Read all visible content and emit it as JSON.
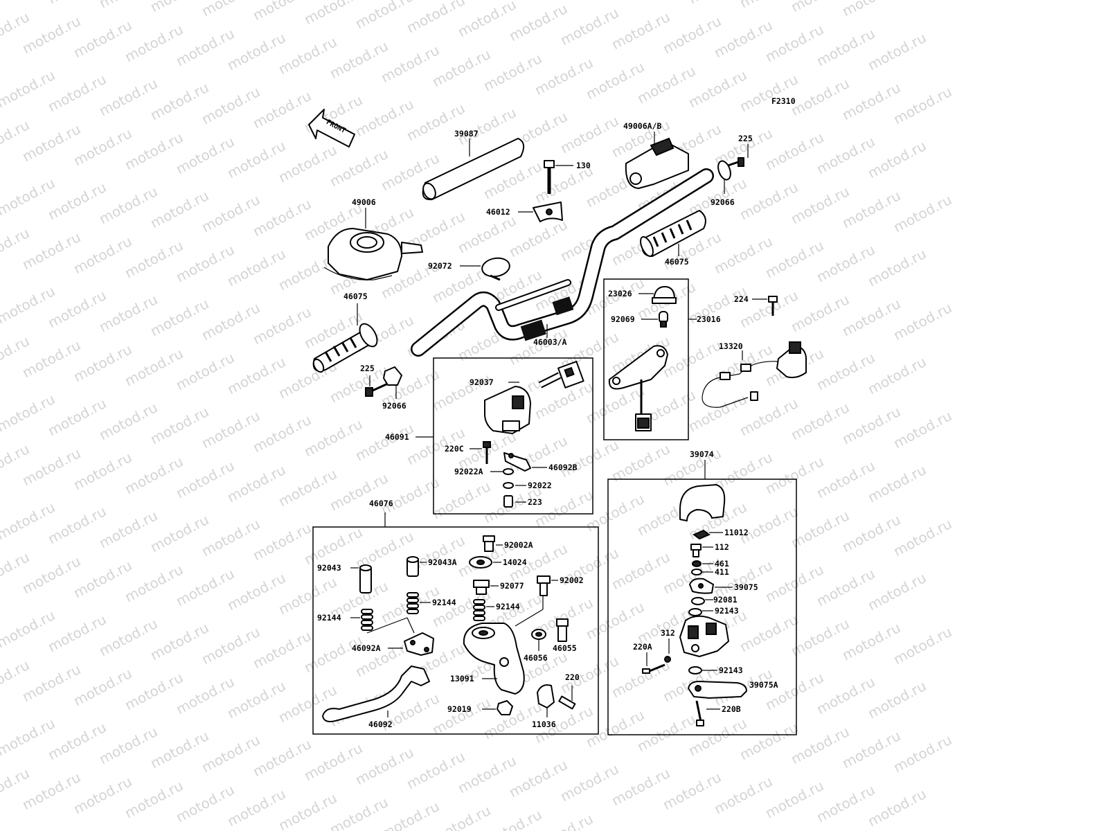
{
  "watermark": "motod.ru",
  "figure_code": "F2310",
  "front_arrow_label": "FRONT",
  "labels": {
    "p39087": "39087",
    "p49006ab": "49006A/B",
    "p225_top": "225",
    "p130": "130",
    "p46012": "46012",
    "p92066_top": "92066",
    "p49006": "49006",
    "p92072": "92072",
    "p46075_right": "46075",
    "p46075_left": "46075",
    "p46003a": "46003/A",
    "p225_left": "225",
    "p92066_left": "92066",
    "p23026": "23026",
    "p92069": "92069",
    "p23016": "23016",
    "p224": "224",
    "p13320": "13320",
    "p92037": "92037",
    "p46091": "46091",
    "p220c": "220C",
    "p92022a": "92022A",
    "p46092b": "46092B",
    "p92022": "92022",
    "p223": "223",
    "p39074": "39074",
    "p46076": "46076",
    "p92002a": "92002A",
    "p92043": "92043",
    "p92043a": "92043A",
    "p14024": "14024",
    "p92077": "92077",
    "p92002": "92002",
    "p92144_a": "92144",
    "p92144_b": "92144",
    "p92144_c": "92144",
    "p46092a": "46092A",
    "p46056": "46056",
    "p46055": "46055",
    "p13091": "13091",
    "p220": "220",
    "p92019": "92019",
    "p11036": "11036",
    "p46092": "46092",
    "p11012": "11012",
    "p112": "112",
    "p461": "461",
    "p411": "411",
    "p39075": "39075",
    "p92081": "92081",
    "p92143_a": "92143",
    "p220a": "220A",
    "p312": "312",
    "p92143_b": "92143",
    "p39075a": "39075A",
    "p220b": "220B"
  }
}
